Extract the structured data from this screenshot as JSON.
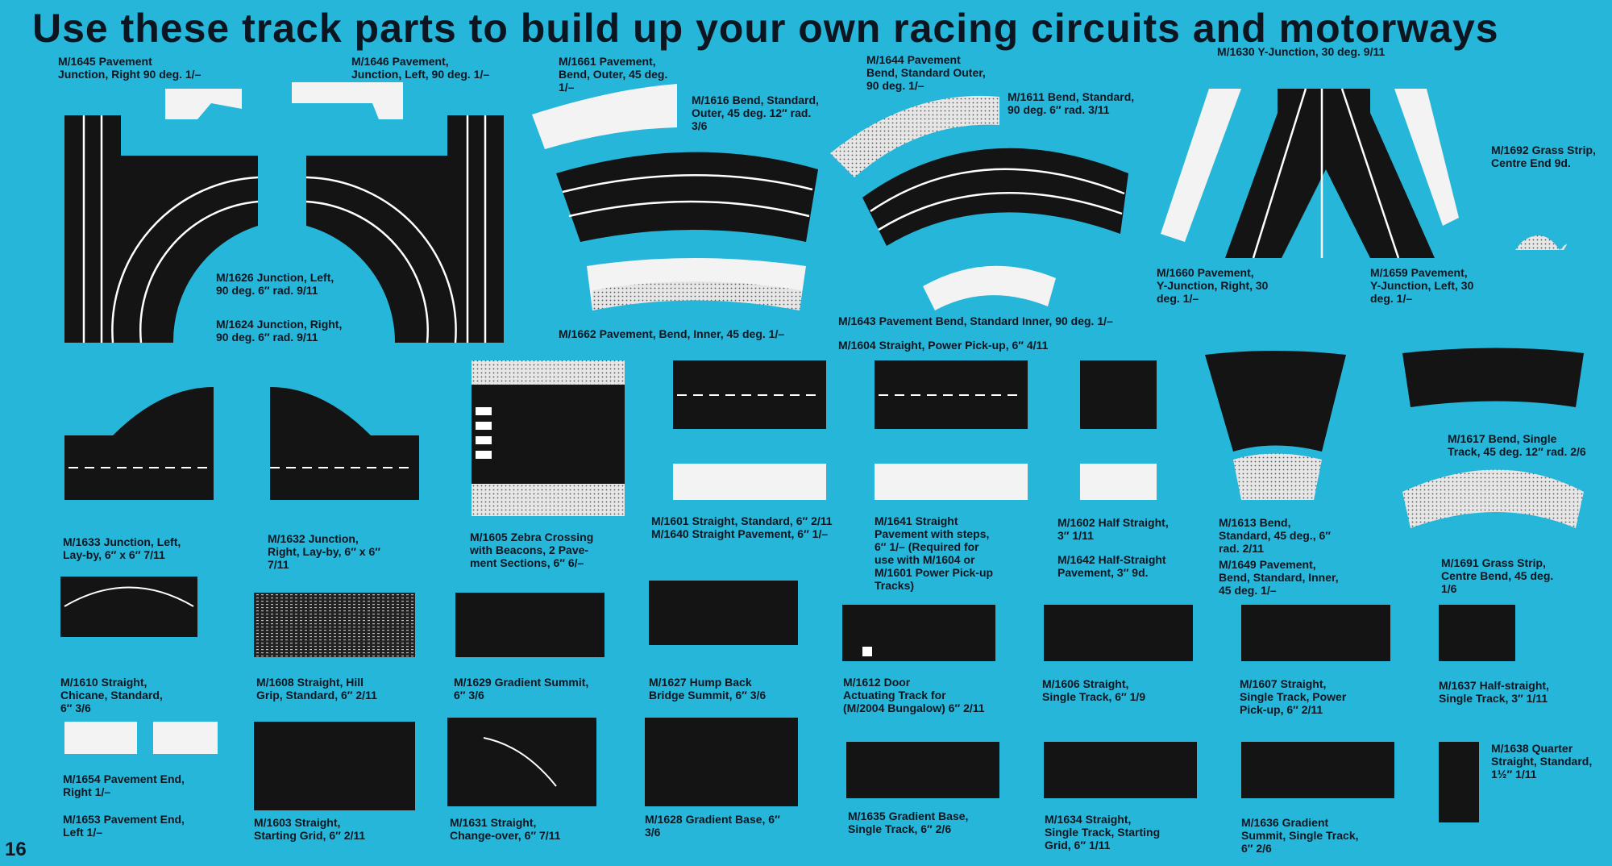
{
  "title": "Use these track parts to build up your own racing circuits and motorways",
  "page_number": "16",
  "labels": [
    "M/1645 Pavement\nJunction, Right 90 deg. 1/–",
    "M/1646 Pavement,\nJunction, Left, 90 deg. 1/–",
    "M/1661 Pavement,\nBend, Outer, 45 deg.\n1/–",
    "M/1616 Bend, Standard,\nOuter, 45 deg. 12″ rad.\n3/6",
    "M/1644 Pavement\nBend, Standard Outer,\n90 deg. 1/–",
    "M/1611 Bend, Standard,\n90 deg. 6″ rad. 3/11",
    "M/1630 Y-Junction, 30 deg. 9/11",
    "M/1692 Grass Strip,\nCentre End 9d.",
    "M/1626 Junction, Left,\n90 deg. 6″ rad. 9/11",
    "M/1624 Junction, Right,\n90 deg. 6″ rad. 9/11",
    "M/1660 Pavement,\nY-Junction, Right, 30\ndeg. 1/–",
    "M/1659 Pavement,\nY-Junction, Left, 30\ndeg. 1/–",
    "M/1643 Pavement Bend, Standard Inner, 90 deg. 1/–",
    "M/1662 Pavement, Bend, Inner, 45 deg. 1/–",
    "M/1604 Straight, Power Pick-up, 6″ 4/11",
    "M/1617 Bend, Single\nTrack, 45 deg. 12″ rad. 2/6",
    "M/1633 Junction, Left,\nLay-by, 6″ x 6″ 7/11",
    "M/1632 Junction,\nRight, Lay-by, 6″ x 6″\n7/11",
    "M/1605 Zebra Crossing\nwith Beacons, 2 Pave-\nment Sections, 6″ 6/–",
    "M/1601 Straight, Standard, 6″ 2/11\nM/1640 Straight Pavement, 6″ 1/–",
    "M/1641 Straight\nPavement with steps,\n6″ 1/– (Required for\nuse with M/1604 or\nM/1601 Power Pick-up\nTracks)",
    "M/1602 Half Straight,\n3″ 1/11",
    "M/1642 Half-Straight\nPavement, 3″ 9d.",
    "M/1613 Bend,\nStandard, 45 deg., 6″\nrad. 2/11",
    "M/1649 Pavement,\nBend, Standard, Inner,\n45 deg. 1/–",
    "M/1691 Grass Strip,\nCentre Bend, 45 deg.\n1/6",
    "M/1610 Straight,\nChicane, Standard,\n6″ 3/6",
    "M/1608 Straight, Hill\nGrip, Standard, 6″ 2/11",
    "M/1629 Gradient Summit,\n6″ 3/6",
    "M/1627 Hump Back\nBridge Summit, 6″ 3/6",
    "M/1612 Door\nActuating Track for\n(M/2004 Bungalow) 6″ 2/11",
    "M/1606 Straight,\nSingle Track, 6″ 1/9",
    "M/1607 Straight,\nSingle Track, Power\nPick-up, 6″ 2/11",
    "M/1637 Half-straight,\nSingle Track, 3″ 1/11",
    "M/1654 Pavement End,\nRight 1/–",
    "M/1653 Pavement End,\nLeft 1/–",
    "M/1603 Straight,\nStarting Grid, 6″ 2/11",
    "M/1631 Straight,\nChange-over, 6″ 7/11",
    "M/1628 Gradient Base, 6″\n3/6",
    "M/1635 Gradient Base,\nSingle Track, 6″ 2/6",
    "M/1634 Straight,\nSingle Track, Starting\nGrid, 6″ 1/11",
    "M/1636 Gradient\nSummit, Single Track,\n6″ 2/6",
    "M/1638 Quarter\nStraight, Standard,\n1½″ 1/11"
  ]
}
